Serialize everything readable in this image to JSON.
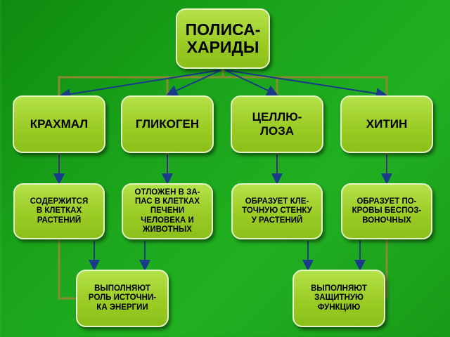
{
  "root": {
    "label": "ПОЛИСА-\nХАРИДЫ"
  },
  "level1": [
    {
      "label": "КРАХМАЛ"
    },
    {
      "label": "ГЛИКОГЕН"
    },
    {
      "label": "ЦЕЛЛЮ-\nЛОЗА"
    },
    {
      "label": "ХИТИН"
    }
  ],
  "level2": [
    {
      "label": "СОДЕРЖИТСЯ\nВ КЛЕТКАХ\nРАСТЕНИЙ"
    },
    {
      "label": "ОТЛОЖЕН В ЗА-\nПАС В КЛЕТКАХ\nПЕЧЕНИ\nЧЕЛОВЕКА И\nЖИВОТНЫХ"
    },
    {
      "label": "ОБРАЗУЕТ КЛЕ-\nТОЧНУЮ СТЕНКУ\nУ РАСТЕНИЙ"
    },
    {
      "label": "ОБРАЗУЕТ ПО-\nКРОВЫ БЕСПОЗ-\nВОНОЧНЫХ"
    }
  ],
  "level3": [
    {
      "label": "ВЫПОЛНЯЮТ\nРОЛЬ ИСТОЧНИ-\nКА ЭНЕРГИИ"
    },
    {
      "label": "ВЫПОЛНЯЮТ\nЗАЩИТНУЮ\nФУНКЦИЮ"
    }
  ],
  "colors": {
    "background": "#1aa31a",
    "node_fill": "#9ccc26",
    "arrow": "#1a3a8a",
    "frame_line": "#8a8a30"
  }
}
